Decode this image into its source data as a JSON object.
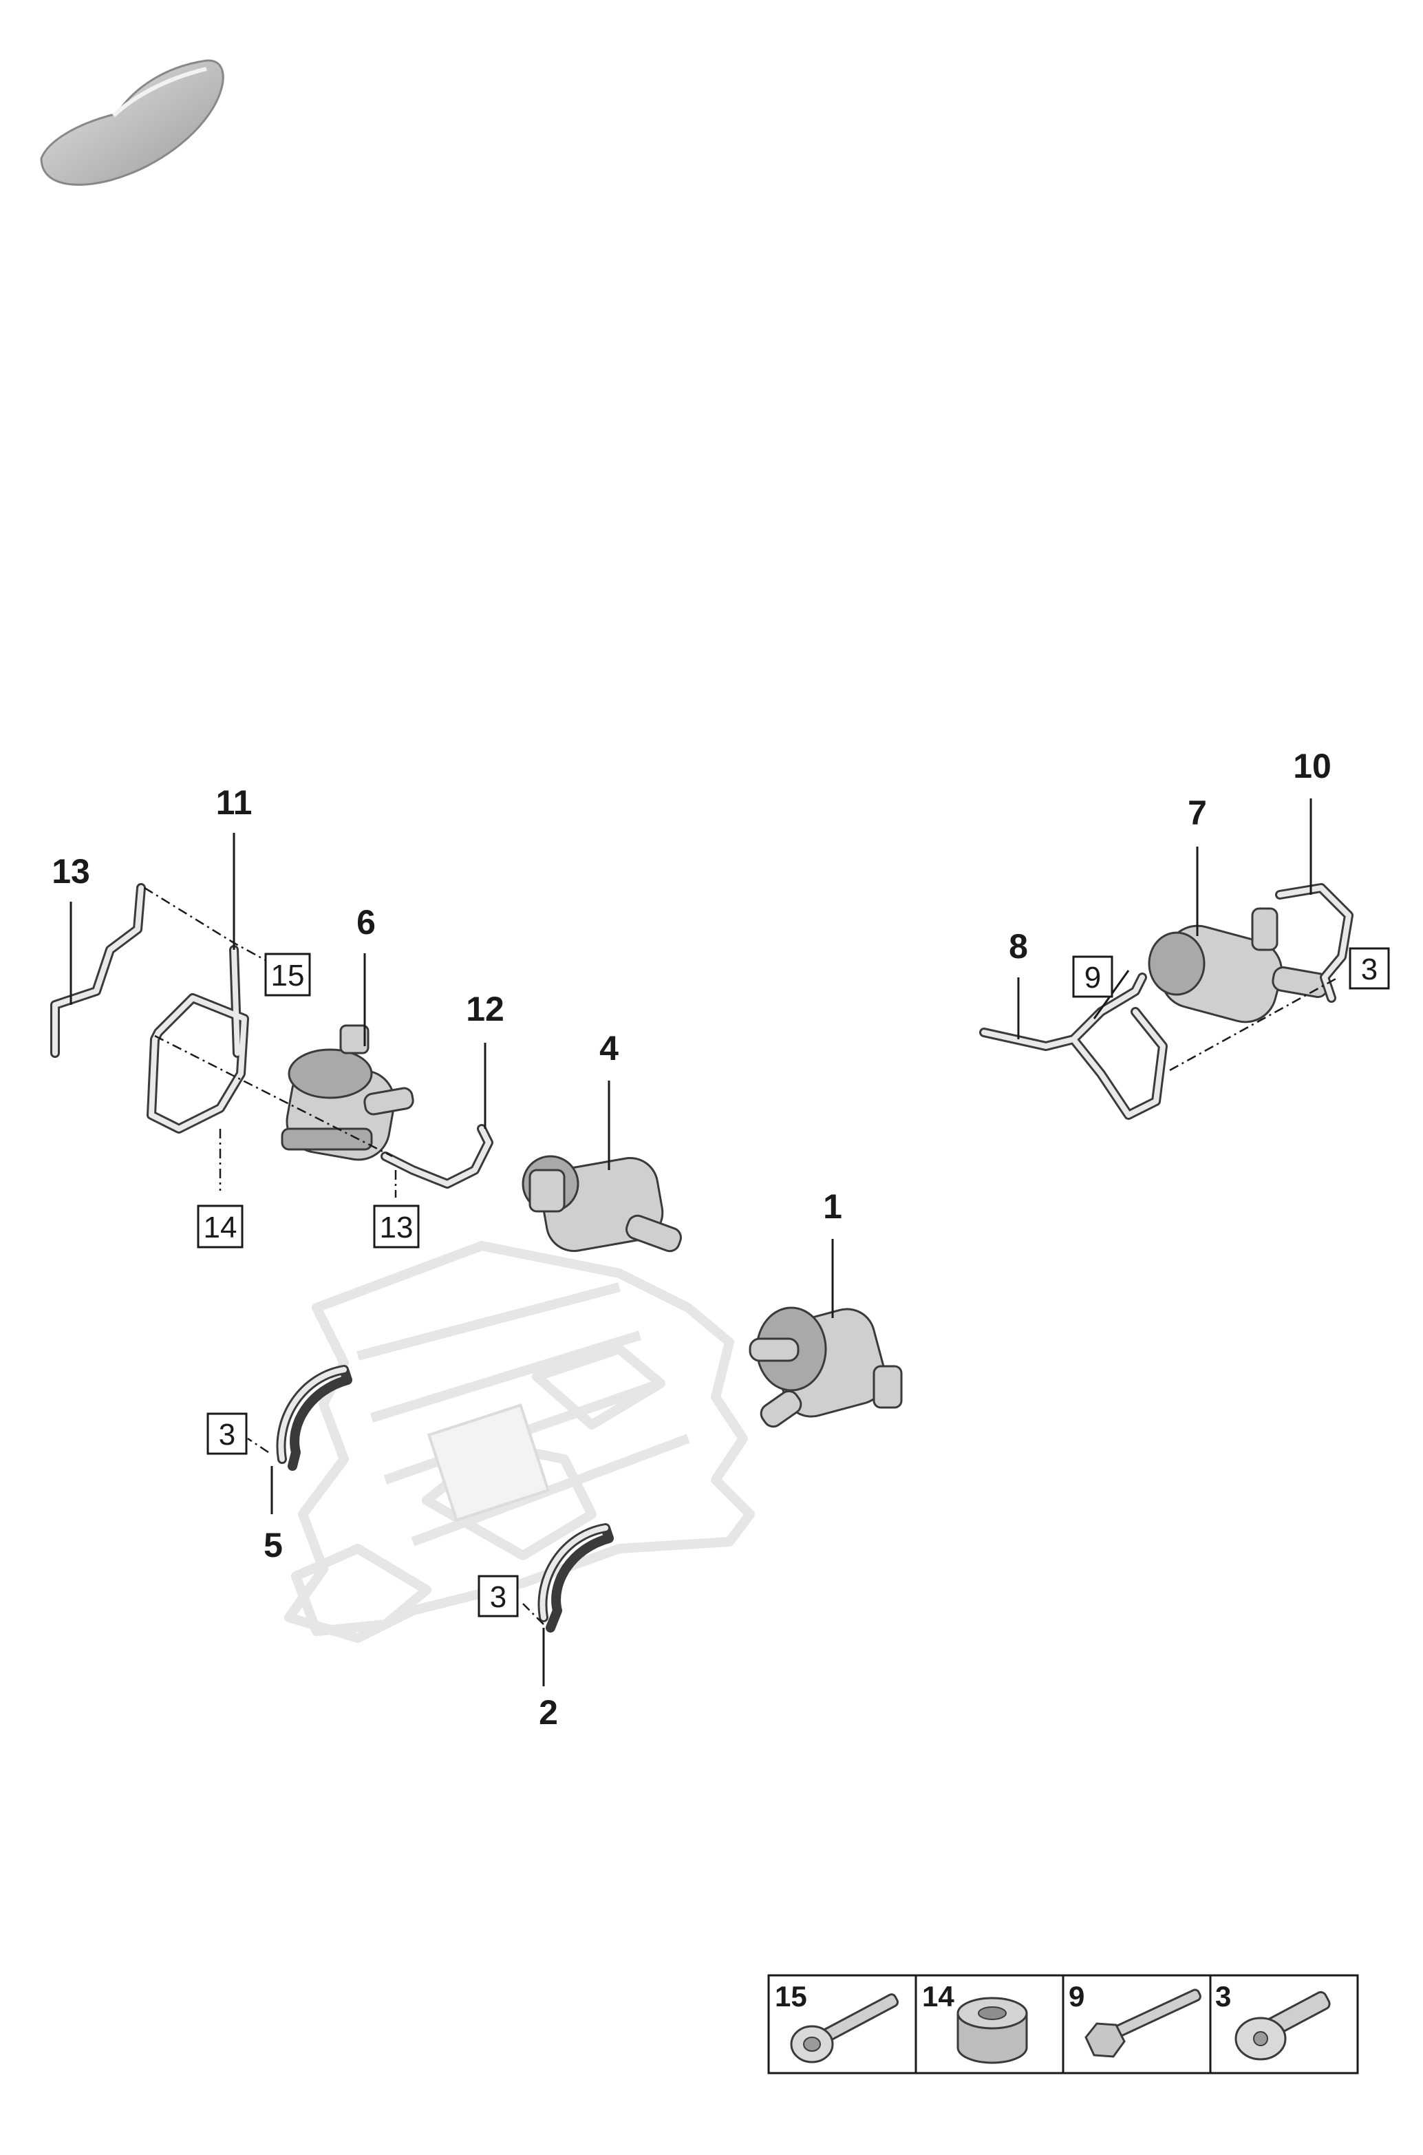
{
  "callouts": {
    "c1": "1",
    "c2": "2",
    "c4": "4",
    "c5": "5",
    "c6": "6",
    "c7": "7",
    "c8": "8",
    "c10": "10",
    "c11": "11",
    "c12": "12",
    "c13": "13",
    "box_15": "15",
    "box_14": "14",
    "box_13": "13",
    "box_9": "9",
    "box_3_right": "3",
    "box_3_left": "3",
    "box_3_bottom": "3"
  },
  "legend": {
    "items": [
      {
        "number": "15",
        "part": "bolt-with-washer"
      },
      {
        "number": "14",
        "part": "rubber-bushing"
      },
      {
        "number": "9",
        "part": "hex-flange-bolt"
      },
      {
        "number": "3",
        "part": "torx-flange-screw"
      }
    ]
  },
  "colors": {
    "line": "#1a1a1a",
    "part_fill": "#cfcfcf",
    "ghost_frame": "#e6e6e6",
    "car_icon": "#c8c8c8"
  },
  "icons": [
    "car-silhouette-icon"
  ]
}
